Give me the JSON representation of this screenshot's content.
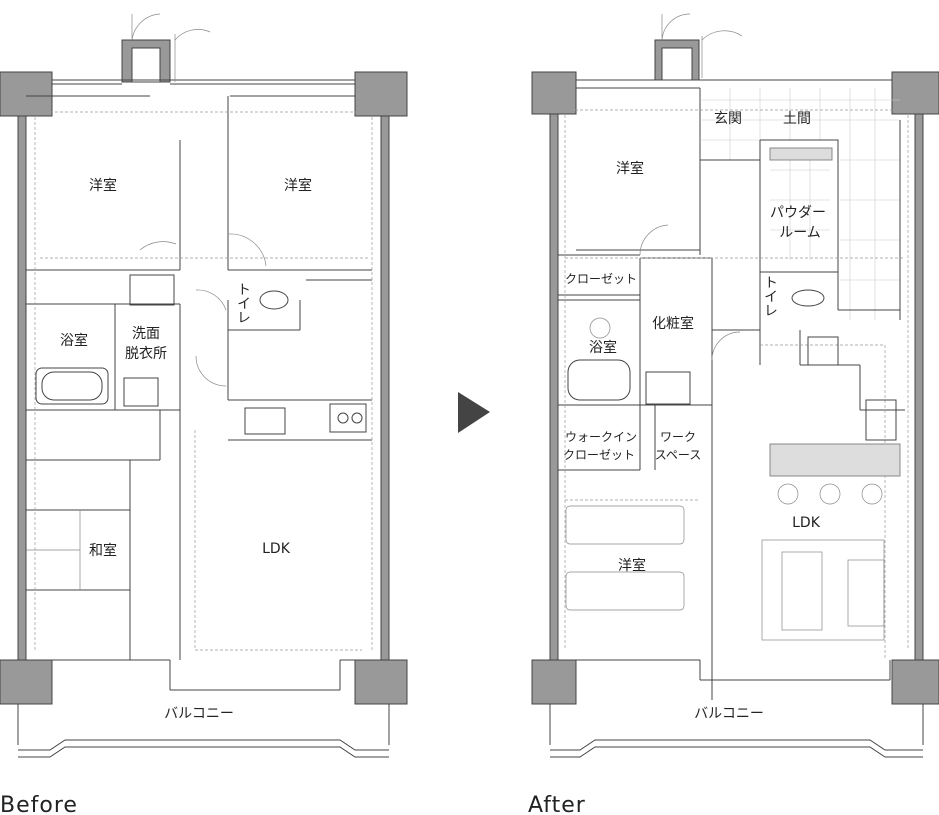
{
  "before": {
    "caption": "Before",
    "rooms": {
      "western_room_1": "洋室",
      "western_room_2": "洋室",
      "bathroom": "浴室",
      "washroom_line1": "洗面",
      "washroom_line2": "脱衣所",
      "toilet": "トイレ",
      "japanese_room": "和室",
      "ldk": "LDK",
      "balcony": "バルコニー"
    }
  },
  "after": {
    "caption": "After",
    "rooms": {
      "western_room_1": "洋室",
      "entrance": "玄関",
      "doma": "土間",
      "powder_room_line1": "パウダー",
      "powder_room_line2": "ルーム",
      "closet": "クローゼット",
      "toilet": "トイレ",
      "bathroom": "浴室",
      "vanity_room": "化粧室",
      "walk_in_line1": "ウォークイン",
      "walk_in_line2": "クローゼット",
      "workspace_line1": "ワーク",
      "workspace_line2": "スペース",
      "western_room_2": "洋室",
      "ldk": "LDK",
      "balcony": "バルコニー"
    }
  },
  "colors": {
    "wall": "#999999",
    "line": "#444444",
    "arrow": "#444444"
  }
}
